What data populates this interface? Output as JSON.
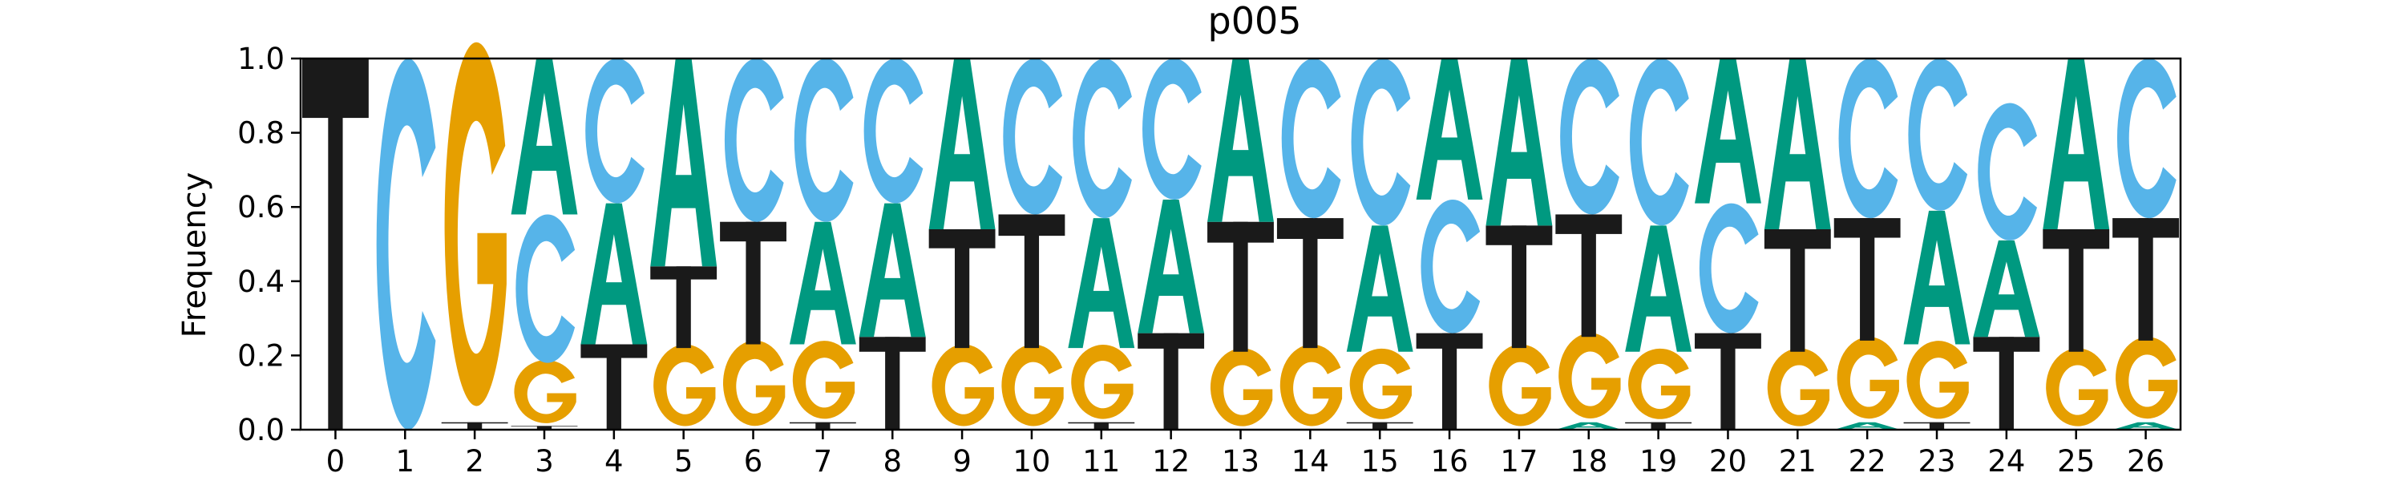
{
  "chart_data": {
    "type": "sequence-logo",
    "title": "p005",
    "xlabel": "",
    "ylabel": "Frequency",
    "ylim": [
      0,
      1.0
    ],
    "yticks": [
      "0.0",
      "0.2",
      "0.4",
      "0.6",
      "0.8",
      "1.0"
    ],
    "colors": {
      "A": "#009980",
      "C": "#56b4e9",
      "G": "#e69f00",
      "T": "#1a1a1a"
    },
    "positions": [
      {
        "pos": "0",
        "freqs": {
          "A": 0.0,
          "C": 0.0,
          "G": 0.0,
          "T": 1.0
        }
      },
      {
        "pos": "1",
        "freqs": {
          "A": 0.0,
          "C": 1.0,
          "G": 0.0,
          "T": 0.0
        }
      },
      {
        "pos": "2",
        "freqs": {
          "A": 0.0,
          "C": 0.0,
          "G": 0.98,
          "T": 0.02
        }
      },
      {
        "pos": "3",
        "freqs": {
          "A": 0.42,
          "C": 0.4,
          "G": 0.17,
          "T": 0.01
        }
      },
      {
        "pos": "4",
        "freqs": {
          "A": 0.38,
          "C": 0.39,
          "G": 0.0,
          "T": 0.23
        }
      },
      {
        "pos": "5",
        "freqs": {
          "A": 0.56,
          "C": 0.0,
          "G": 0.22,
          "T": 0.22
        }
      },
      {
        "pos": "6",
        "freqs": {
          "A": 0.0,
          "C": 0.44,
          "G": 0.23,
          "T": 0.33
        }
      },
      {
        "pos": "7",
        "freqs": {
          "A": 0.33,
          "C": 0.44,
          "G": 0.21,
          "T": 0.02
        }
      },
      {
        "pos": "8",
        "freqs": {
          "A": 0.36,
          "C": 0.39,
          "G": 0.0,
          "T": 0.25
        }
      },
      {
        "pos": "9",
        "freqs": {
          "A": 0.46,
          "C": 0.0,
          "G": 0.22,
          "T": 0.32
        }
      },
      {
        "pos": "10",
        "freqs": {
          "A": 0.0,
          "C": 0.42,
          "G": 0.22,
          "T": 0.36
        }
      },
      {
        "pos": "11",
        "freqs": {
          "A": 0.35,
          "C": 0.43,
          "G": 0.2,
          "T": 0.02
        }
      },
      {
        "pos": "12",
        "freqs": {
          "A": 0.36,
          "C": 0.38,
          "G": 0.0,
          "T": 0.26
        }
      },
      {
        "pos": "13",
        "freqs": {
          "A": 0.44,
          "C": 0.0,
          "G": 0.21,
          "T": 0.35
        }
      },
      {
        "pos": "14",
        "freqs": {
          "A": 0.0,
          "C": 0.43,
          "G": 0.22,
          "T": 0.35
        }
      },
      {
        "pos": "15",
        "freqs": {
          "A": 0.34,
          "C": 0.45,
          "G": 0.19,
          "T": 0.02
        }
      },
      {
        "pos": "16",
        "freqs": {
          "A": 0.38,
          "C": 0.36,
          "G": 0.0,
          "T": 0.26
        }
      },
      {
        "pos": "17",
        "freqs": {
          "A": 0.45,
          "C": 0.0,
          "G": 0.22,
          "T": 0.33
        }
      },
      {
        "pos": "18",
        "freqs": {
          "A": 0.02,
          "C": 0.42,
          "G": 0.23,
          "T": 0.33
        }
      },
      {
        "pos": "19",
        "freqs": {
          "A": 0.34,
          "C": 0.45,
          "G": 0.19,
          "T": 0.02
        }
      },
      {
        "pos": "20",
        "freqs": {
          "A": 0.39,
          "C": 0.35,
          "G": 0.0,
          "T": 0.26
        }
      },
      {
        "pos": "21",
        "freqs": {
          "A": 0.46,
          "C": 0.0,
          "G": 0.21,
          "T": 0.33
        }
      },
      {
        "pos": "22",
        "freqs": {
          "A": 0.02,
          "C": 0.43,
          "G": 0.22,
          "T": 0.33
        }
      },
      {
        "pos": "23",
        "freqs": {
          "A": 0.36,
          "C": 0.41,
          "G": 0.21,
          "T": 0.02
        }
      },
      {
        "pos": "24",
        "freqs": {
          "A": 0.26,
          "C": 0.37,
          "G": 0.0,
          "T": 0.25
        }
      },
      {
        "pos": "25",
        "freqs": {
          "A": 0.46,
          "C": 0.0,
          "G": 0.21,
          "T": 0.33
        }
      },
      {
        "pos": "26",
        "freqs": {
          "A": 0.02,
          "C": 0.43,
          "G": 0.22,
          "T": 0.33
        }
      }
    ]
  }
}
